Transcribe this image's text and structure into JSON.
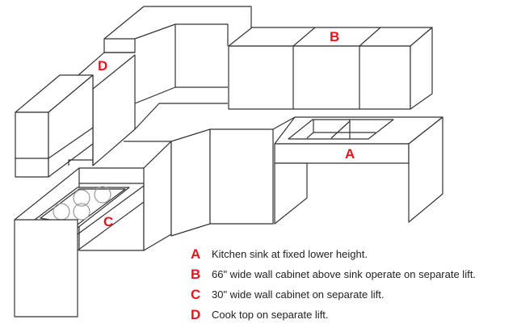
{
  "diagram": {
    "labels": {
      "A": "A",
      "B": "B",
      "C": "C",
      "D": "D"
    },
    "accent_color": "#e8141b"
  },
  "legend": [
    {
      "key": "A",
      "text": "Kitchen sink at fixed lower height."
    },
    {
      "key": "B",
      "text": "66\" wide wall cabinet above sink operate on separate lift."
    },
    {
      "key": "C",
      "text": "30\" wide wall cabinet on separate lift."
    },
    {
      "key": "D",
      "text": "Cook top on separate lift."
    }
  ]
}
